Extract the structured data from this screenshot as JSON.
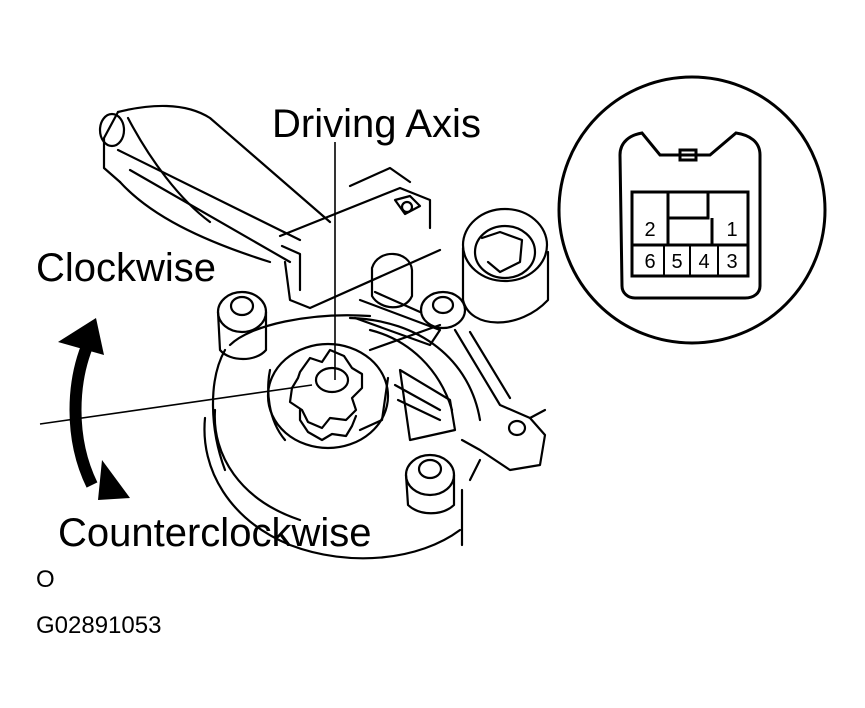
{
  "labels": {
    "driving_axis": "Driving Axis",
    "clockwise": "Clockwise",
    "counterclockwise": "Counterclockwise",
    "marker": "O",
    "figure_code": "G02891053"
  },
  "connector": {
    "pins_top": [
      "2",
      "1"
    ],
    "pins_bottom": [
      "6",
      "5",
      "4",
      "3"
    ]
  }
}
